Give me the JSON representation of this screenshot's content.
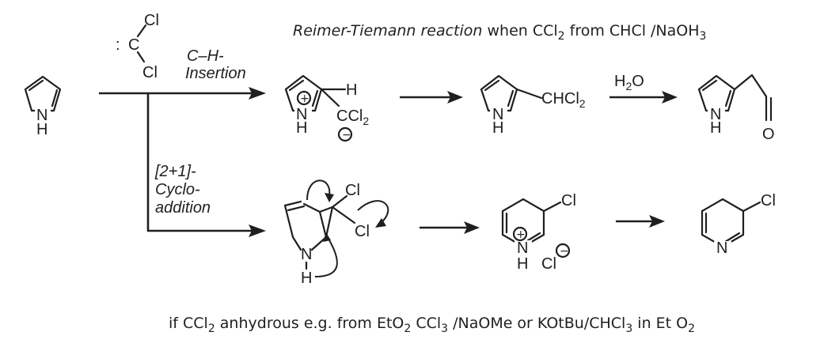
{
  "title": {
    "italic": "Reimer-Tiemann reaction",
    "rest": " when CCl",
    "sub1": "2",
    "mid": " from CHCl /NaOH",
    "sub2": "3"
  },
  "footer": {
    "p1": "if CCl",
    "s1": "2",
    "p2": " anhydrous e.g. from EtO",
    "s2": "2",
    "p3": " CCl",
    "s3": "3",
    "p4": " /NaOMe or KOtBu/CHCl",
    "s4": "3",
    "p5": " in Et O",
    "s5": "2"
  },
  "reagent": {
    "colon": ":",
    "carbon": "C",
    "cl_top": "Cl",
    "cl_bottom": "Cl"
  },
  "pathways": {
    "insertion": {
      "line1": "C–H-",
      "line2": "Insertion"
    },
    "cycloaddition": {
      "line1": "[2+1]-",
      "line2": "Cyclo-",
      "line3": "addition"
    }
  },
  "atoms": {
    "pyrrole_N": "N",
    "pyrrole_H": "H",
    "int1_N": "N",
    "int1_H": "H",
    "int1_Hc": "H",
    "int1_CCl": "CCl",
    "int1_CCl_sub": "2",
    "int1_plus": "+",
    "int1_minus": "−",
    "int2_N": "N",
    "int2_H": "H",
    "int2_CHCl": "CHCl",
    "int2_CHCl_sub": "2",
    "water": "H",
    "water_sub": "2",
    "water_O": "O",
    "ald_N": "N",
    "ald_H": "H",
    "ald_O": "O",
    "cyc_Cl1": "Cl",
    "cyc_Cl2": "Cl",
    "cyc_N": "N",
    "cyc_H": "H",
    "pyr_Cl": "Cl",
    "pyr_N": "N",
    "pyr_H": "H",
    "pyr_anion": "Cl",
    "pyr_plus": "+",
    "pyr_minus": "−",
    "fin_Cl": "Cl",
    "fin_N": "N"
  }
}
